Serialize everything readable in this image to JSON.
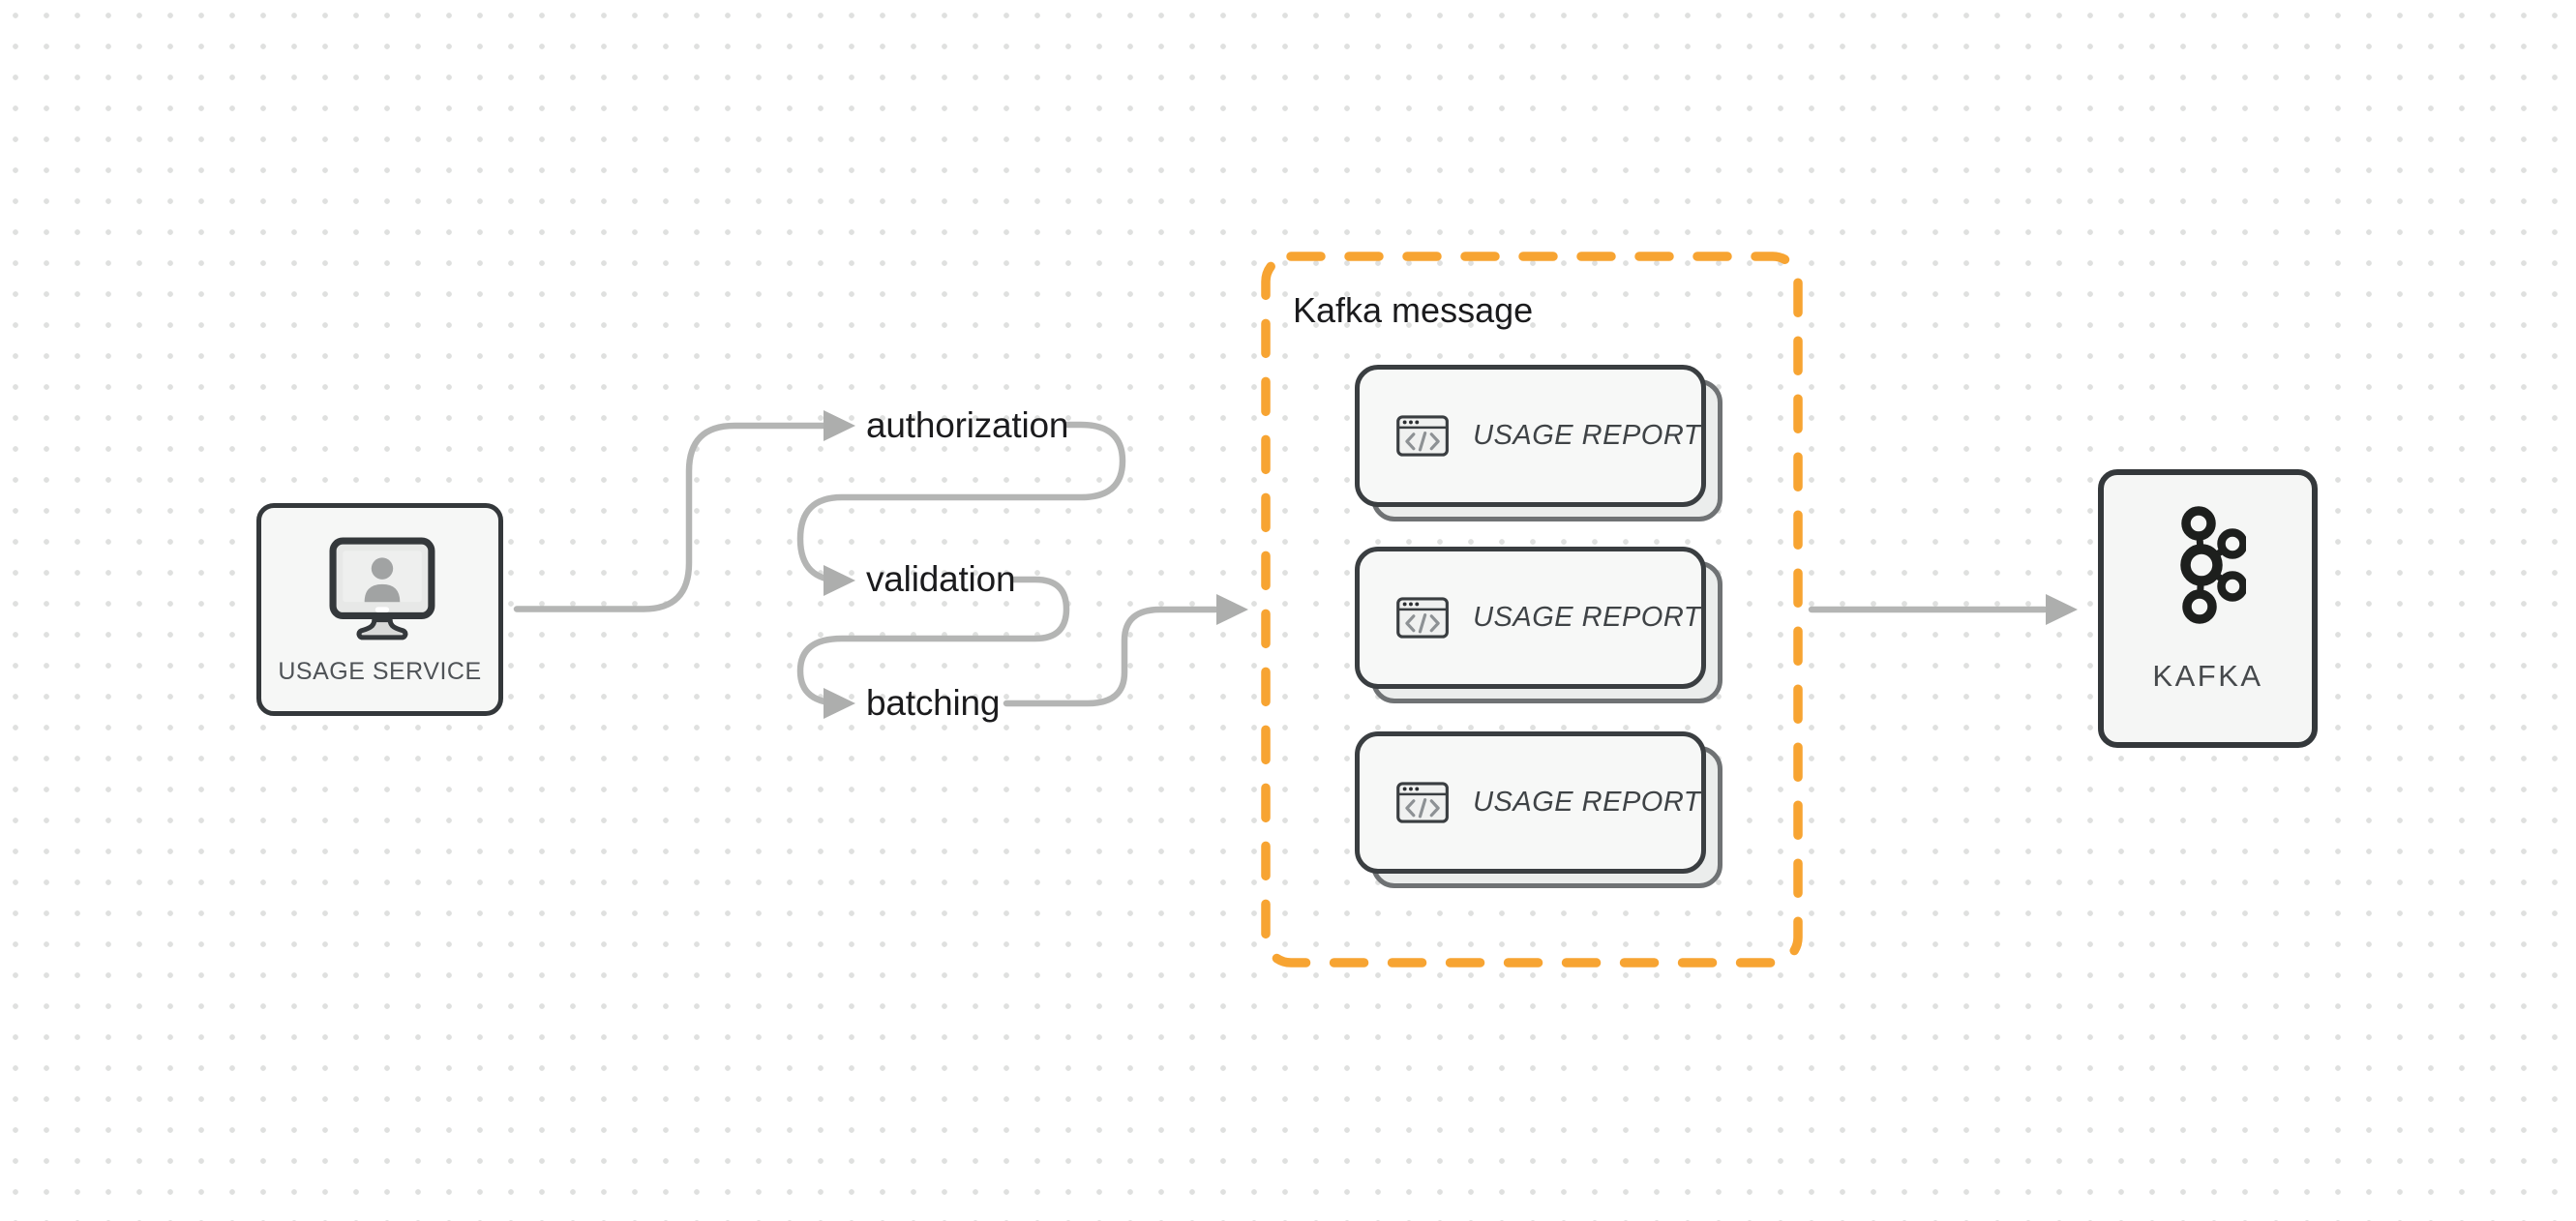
{
  "diagram": {
    "usage_service": {
      "label": "USAGE SERVICE",
      "icon": "monitor-user-icon"
    },
    "pipeline_steps": [
      {
        "label": "authorization"
      },
      {
        "label": "validation"
      },
      {
        "label": "batching"
      }
    ],
    "kafka_message_group": {
      "title": "Kafka message",
      "accent_color": "#f7a432",
      "cards": [
        {
          "label": "USAGE REPORT",
          "icon": "code-window-icon"
        },
        {
          "label": "USAGE REPORT",
          "icon": "code-window-icon"
        },
        {
          "label": "USAGE REPORT",
          "icon": "code-window-icon"
        }
      ]
    },
    "kafka_broker": {
      "label": "KAFKA",
      "icon": "kafka-logo-icon"
    },
    "flow_connections": [
      {
        "from": "usage-service",
        "to": "authorization"
      },
      {
        "from": "authorization",
        "to": "validation"
      },
      {
        "from": "validation",
        "to": "batching"
      },
      {
        "from": "batching",
        "to": "kafka-message-group"
      },
      {
        "from": "kafka-message-group",
        "to": "kafka-broker"
      }
    ],
    "colors": {
      "accent_orange": "#f7a432",
      "connector_gray": "#b4b5b4",
      "arrowhead_gray": "#adaead",
      "node_border_dark": "#34383b",
      "node_fill_light": "#f6f7f6",
      "text_dark": "#1b1b1d",
      "text_muted": "#4f5357"
    }
  }
}
